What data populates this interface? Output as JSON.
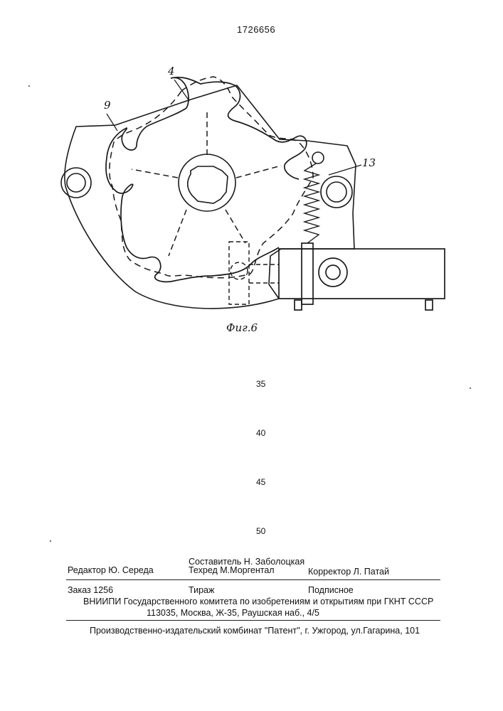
{
  "header": {
    "patent_number": "1726656"
  },
  "figure": {
    "caption": "Фиг.6",
    "callouts": [
      "4",
      "9",
      "13"
    ]
  },
  "line_numbers": [
    "35",
    "40",
    "45",
    "50"
  ],
  "colophon": {
    "compiler": "Составитель  Н. Заболоцкая",
    "editor": "Редактор  Ю. Середа",
    "tech_editor": "Техред М.Моргентал",
    "corrector": "Корректор  Л. Патай",
    "order": "Заказ  1256",
    "circulation": "Тираж",
    "subscription": "Подписное",
    "organization": "ВНИИПИ Государственного комитета по изобретениям и открытиям при ГКНТ СССР",
    "address": "113035, Москва, Ж-35, Раушская наб., 4/5",
    "publisher": "Производственно-издательский комбинат \"Патент\", г. Ужгород, ул.Гагарина, 101"
  }
}
